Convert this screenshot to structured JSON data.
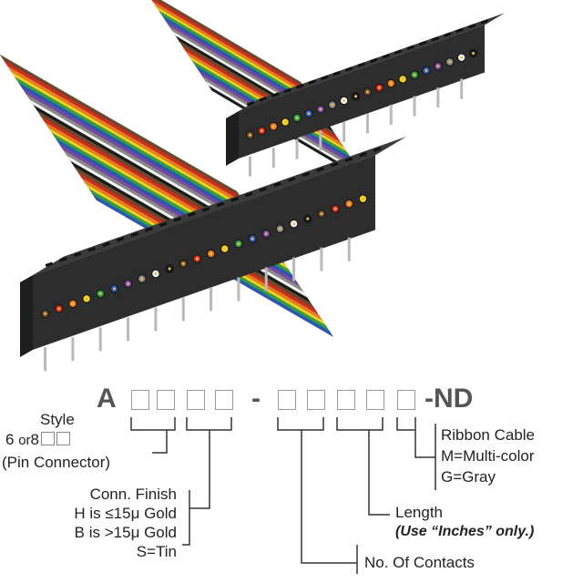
{
  "part_number": {
    "prefix": "A",
    "dash": "-",
    "suffix": "-ND"
  },
  "legend": {
    "style": {
      "title": "Style",
      "options_prefix": "6",
      "options_or": "or",
      "options_num": "8",
      "sub": "(Pin Connector)"
    },
    "conn_finish": {
      "title": "Conn. Finish",
      "line1": "H is ≤15μ  Gold",
      "line2": "B is >15μ  Gold",
      "line3": "S=Tin"
    },
    "contacts": {
      "title": "No. Of Contacts"
    },
    "length": {
      "title": "Length",
      "note": "(Use “Inches” only.)"
    },
    "ribbon": {
      "title": "Ribbon Cable",
      "line1": "M=Multi-color",
      "line2": "G=Gray"
    }
  },
  "colors": {
    "ribbon": [
      "#6b4a2b",
      "#d42a1e",
      "#ef7b20",
      "#f2d21c",
      "#2fa047",
      "#2a58b8",
      "#7b47a8",
      "#8a8a8a",
      "#f4f4f4",
      "#1b1b1b"
    ],
    "connector": "#2d2d2d",
    "pin": "#b9b9b9",
    "line": "#333333"
  },
  "illustration": {
    "name": "ribbon-cable-assembly-photo"
  }
}
